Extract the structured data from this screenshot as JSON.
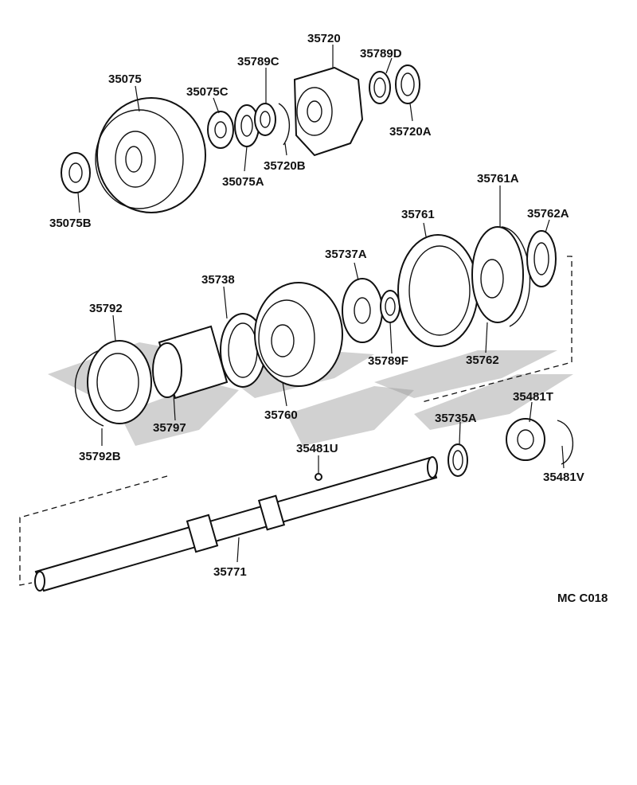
{
  "diagram": {
    "ref_code": "MC C018",
    "parts": {
      "p35720": "35720",
      "p35789D": "35789D",
      "p35789C": "35789C",
      "p35075": "35075",
      "p35075C": "35075C",
      "p35720A": "35720A",
      "p35720B": "35720B",
      "p35075A": "35075A",
      "p35075B": "35075B",
      "p35761A": "35761A",
      "p35761": "35761",
      "p35762A": "35762A",
      "p35737A": "35737A",
      "p35738": "35738",
      "p35792": "35792",
      "p35789F": "35789F",
      "p35762": "35762",
      "p35481T": "35481T",
      "p35760": "35760",
      "p35735A": "35735A",
      "p35797": "35797",
      "p35481U": "35481U",
      "p35792B": "35792B",
      "p35481V": "35481V",
      "p35771": "35771"
    }
  }
}
